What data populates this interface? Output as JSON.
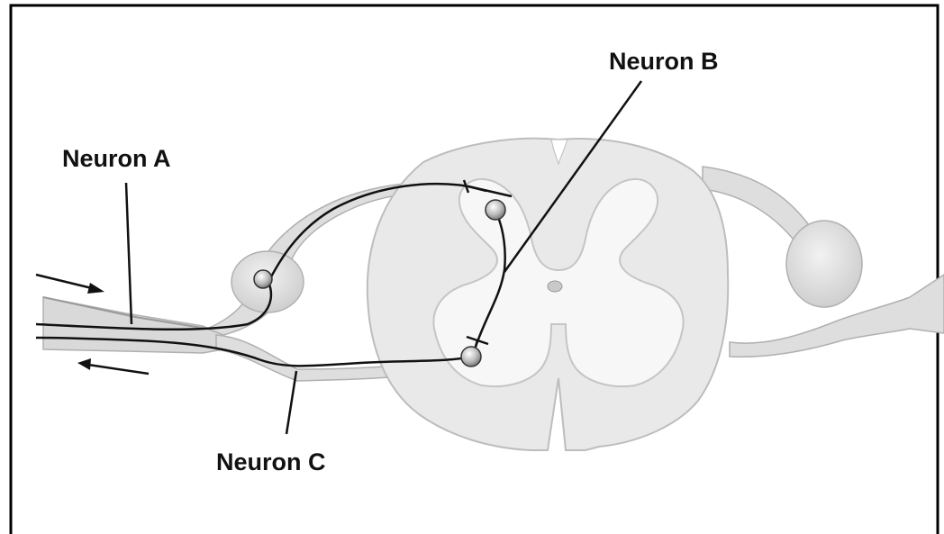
{
  "labels": {
    "neuron_a": "Neuron A",
    "neuron_b": "Neuron B",
    "neuron_c": "Neuron C"
  },
  "colors": {
    "frame": "#000000",
    "tissue": "#e9e9e9",
    "tissue_outline": "#bdbdbd",
    "grey_matter": "#f7f7f7",
    "nerve": "#d9d9d9",
    "neuron_line": "#111111",
    "cell_body": "#a9a9a9"
  }
}
